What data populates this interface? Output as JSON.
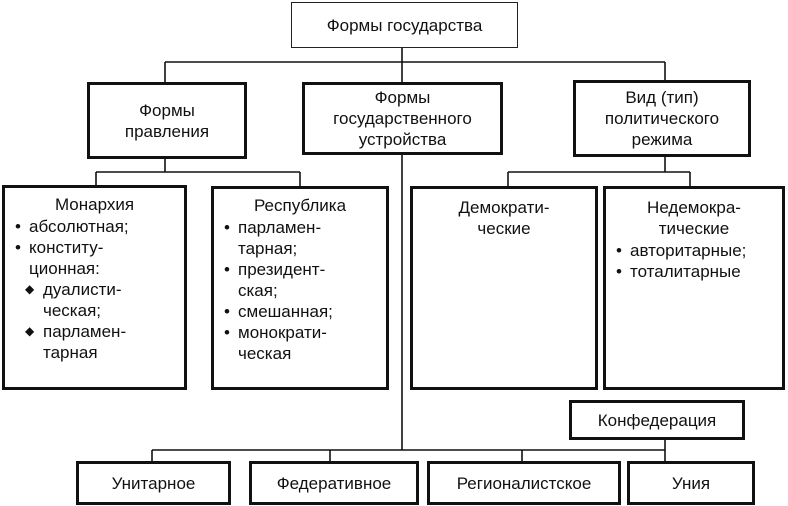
{
  "root": "Формы государства",
  "branches": {
    "government": [
      "Формы",
      "правления"
    ],
    "structure": [
      "Формы",
      "государственного",
      "устройства"
    ],
    "regime": [
      "Вид (тип)",
      "политического",
      "режима"
    ]
  },
  "monarchy": {
    "title": "Монархия",
    "items": [
      {
        "lines": [
          "абсолютная;"
        ]
      },
      {
        "lines": [
          "конститу-",
          "ционная:"
        ]
      }
    ],
    "subitems": [
      {
        "lines": [
          "дуалисти-",
          "ческая;"
        ]
      },
      {
        "lines": [
          "парламен-",
          "тарная"
        ]
      }
    ]
  },
  "republic": {
    "title": "Республика",
    "items": [
      {
        "lines": [
          "парламен-",
          "тарная;"
        ]
      },
      {
        "lines": [
          "президент-",
          "ская;"
        ]
      },
      {
        "lines": [
          "смешанная;"
        ]
      },
      {
        "lines": [
          "монократи-",
          "ческая"
        ]
      }
    ]
  },
  "democratic": [
    "Демократи-",
    "ческие"
  ],
  "nondemocratic": {
    "title": [
      "Недемокра-",
      "тические"
    ],
    "items": [
      "авторитарные;",
      "тоталитарные"
    ]
  },
  "confederation": "Конфедерация",
  "bottom": [
    "Унитарное",
    "Федеративное",
    "Регионалистское",
    "Уния"
  ],
  "symbols": {
    "bullet": "•",
    "diamond": "◆"
  }
}
